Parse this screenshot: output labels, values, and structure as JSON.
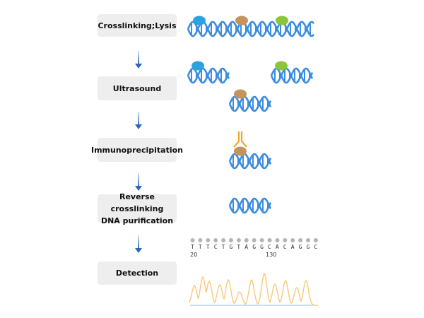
{
  "steps": [
    {
      "label": "Crosslinking;Lysis"
    },
    {
      "label": "Ultrasound"
    },
    {
      "label": "Immunoprecipitation"
    },
    {
      "label_line1": "Reverse crosslinking",
      "label_line2": "DNA purification"
    },
    {
      "label": "Detection"
    }
  ],
  "colors": {
    "dna": "#3b8de0",
    "protein_blue": "#2aa3e0",
    "protein_brown": "#c4935e",
    "protein_green": "#8cc43a",
    "antibody": "#f2a72a",
    "arrow": "#2f66b8",
    "trace": "#f7c97a",
    "baseline": "#a9cdee"
  },
  "detection": {
    "sequence": [
      "T",
      "T",
      "T",
      "C",
      "T",
      "G",
      "T",
      "A",
      "G",
      "G",
      "C",
      "A",
      "C",
      "A",
      "G",
      "G",
      "C"
    ],
    "position_labels": [
      "20",
      "130"
    ]
  }
}
